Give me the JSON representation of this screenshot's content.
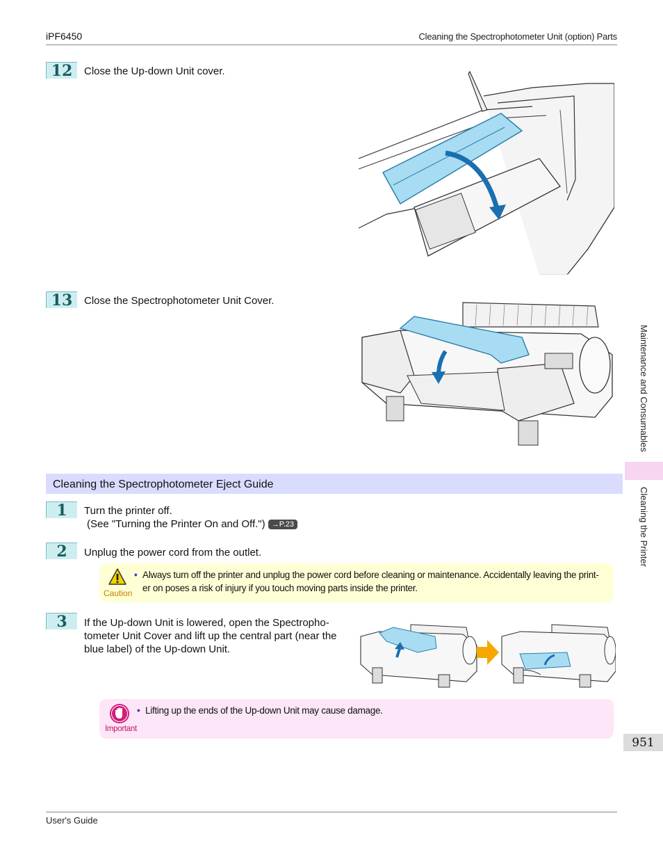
{
  "header": {
    "model": "iPF6450",
    "section": "Cleaning the Spectrophotometer Unit (option) Parts"
  },
  "steps_top": [
    {
      "number": "12",
      "text": "Close the Up-down Unit cover."
    },
    {
      "number": "13",
      "text": "Close the Spectrophotometer Unit Cover."
    }
  ],
  "section_title": "Cleaning the Spectrophotometer Eject Guide",
  "steps_bottom": [
    {
      "number": "1",
      "text": "Turn the printer off.",
      "subtext": "(See \"Turning the Printer On and Off.\")",
      "ref": "→P.23"
    },
    {
      "number": "2",
      "text": "Unplug the power cord from the outlet."
    },
    {
      "number": "3",
      "text_lines": [
        "If the Up-down Unit is lowered, open the Spectropho-",
        "tometer Unit Cover and lift up the central part (near the",
        "blue label) of the Up-down Unit."
      ]
    }
  ],
  "caution": {
    "label": "Caution",
    "lines": [
      "Always turn off the printer and unplug the power cord before cleaning or maintenance. Accidentally leaving the print-",
      "er on poses a risk of injury if you touch moving parts inside the printer."
    ]
  },
  "important": {
    "label": "Important",
    "text": "Lifting up the ends of the Up-down Unit may cause damage."
  },
  "side_tabs": {
    "chapter": "Maintenance and Consumables",
    "subsection": "Cleaning the Printer"
  },
  "page_number": "951",
  "footer": "User's Guide",
  "colors": {
    "step_badge": "#cdeef0",
    "section_bar": "#d9dcff",
    "caution_bg": "#ffffd6",
    "important_bg": "#fde6f7",
    "highlight_blue": "#a8dcf2",
    "arrow_orange": "#f5a800"
  }
}
